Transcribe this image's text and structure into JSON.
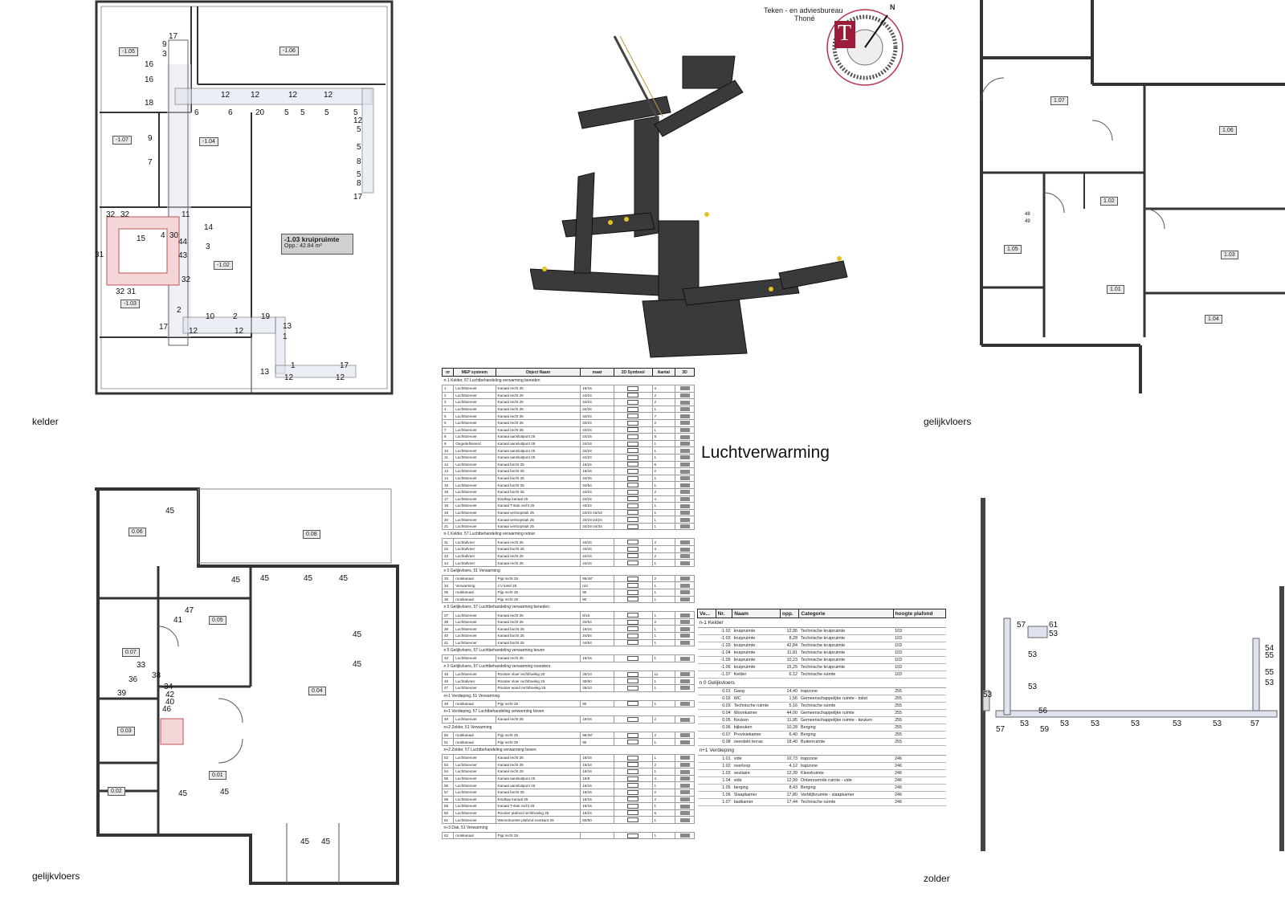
{
  "company": {
    "line1": "Teken - en adviesbureau",
    "line2": "Thoné",
    "north": "N"
  },
  "title": "Luchtverwarming",
  "labels": {
    "kelder": "kelder",
    "gelijkvloers_left": "gelijkvloers",
    "gelijkvloers_right": "gelijkvloers",
    "zolder": "zolder"
  },
  "kelder": {
    "rooms": [
      {
        "id": "-1.05"
      },
      {
        "id": "-1.06"
      },
      {
        "id": "-1.07"
      },
      {
        "id": "-1.04"
      },
      {
        "id": "-1.02"
      },
      {
        "id": "-1.03"
      }
    ],
    "highlight": {
      "name": "-1.03 kruipruimte",
      "area": "Opp.: 42.84 m²"
    },
    "numbers": [
      "17",
      "9",
      "3",
      "16",
      "16",
      "18",
      "6",
      "6",
      "20",
      "12",
      "12",
      "12",
      "12",
      "5",
      "5",
      "5",
      "5",
      "12",
      "5",
      "5",
      "8",
      "5",
      "8",
      "17",
      "9",
      "7",
      "32",
      "32",
      "11",
      "14",
      "15",
      "4",
      "30",
      "44",
      "3",
      "43",
      "31",
      "32",
      "32",
      "31",
      "2",
      "10",
      "2",
      "19",
      "17",
      "12",
      "12",
      "13",
      "1",
      "13",
      "1",
      "17",
      "12",
      "12"
    ]
  },
  "gelijkvloers": {
    "rooms": [
      {
        "id": "0.06"
      },
      {
        "id": "0.08"
      },
      {
        "id": "0.05"
      },
      {
        "id": "0.07"
      },
      {
        "id": "0.04"
      },
      {
        "id": "0.03"
      },
      {
        "id": "0.01"
      },
      {
        "id": "0.02"
      }
    ],
    "numbers": [
      "45",
      "45",
      "45",
      "45",
      "45",
      "47",
      "41",
      "45",
      "45",
      "33",
      "36",
      "38",
      "39",
      "34",
      "42",
      "40",
      "46",
      "45",
      "45",
      "45",
      "45"
    ]
  },
  "upper": {
    "rooms": [
      {
        "id": "1.07"
      },
      {
        "id": "1.06"
      },
      {
        "id": "1.02"
      },
      {
        "id": "1.05"
      },
      {
        "id": "1.03"
      },
      {
        "id": "1.01"
      },
      {
        "id": "1.04"
      }
    ],
    "numbers": [
      "48",
      "49"
    ]
  },
  "zolder": {
    "numbers": [
      "57",
      "61",
      "53",
      "53",
      "53",
      "53",
      "56",
      "57",
      "53",
      "59",
      "53",
      "53",
      "53",
      "53",
      "53",
      "57",
      "54",
      "55",
      "55",
      "53"
    ]
  },
  "schedule": {
    "headers": [
      "nr",
      "MEP systeem",
      "Object Naam",
      "maat",
      "2D Symbool",
      "Aantal",
      "3D"
    ],
    "groups": [
      {
        "title": "n-1 Kelder, 57 Luchtbehandeling verwarming beneden",
        "rows": [
          [
            "1",
            "Luchttoevoer",
            "Kanaal recht 25",
            "16/16",
            "4"
          ],
          [
            "2",
            "Luchttoevoer",
            "Kanaal recht 25",
            "24/24",
            "2"
          ],
          [
            "3",
            "Luchttoevoer",
            "Kanaal recht 25",
            "34/24",
            "2"
          ],
          [
            "4",
            "Luchttoevoer",
            "Kanaal recht 25",
            "34/34",
            "1"
          ],
          [
            "5",
            "Luchttoevoer",
            "Kanaal recht 25",
            "34/24",
            "7"
          ],
          [
            "6",
            "Luchttoevoer",
            "Kanaal recht 25",
            "34/24",
            "2"
          ],
          [
            "7",
            "Luchttoevoer",
            "Kanaal recht 25",
            "44/24",
            "1"
          ],
          [
            "8",
            "Luchttoevoer",
            "Kanaal aansluitpunt 25",
            "24/16",
            "8"
          ],
          [
            "9",
            "Ongedefinieerd",
            "Kanaal aansluitpunt 25",
            "24/16",
            "1"
          ],
          [
            "10",
            "Luchttoevoer",
            "Kanaal aansluitpunt 25",
            "34/24",
            "1"
          ],
          [
            "11",
            "Luchttoevoer",
            "Kanaal aansluitpunt 25",
            "44/24",
            "1"
          ],
          [
            "12",
            "Luchttoevoer",
            "Kanaal bocht 25",
            "16/24",
            "8"
          ],
          [
            "13",
            "Luchttoevoer",
            "Kanaal bocht 25",
            "16/16",
            "2"
          ],
          [
            "14",
            "Luchttoevoer",
            "Kanaal bocht 25",
            "34/26",
            "1"
          ],
          [
            "15",
            "Luchttoevoer",
            "Kanaal bocht 25",
            "34/54",
            "1"
          ],
          [
            "16",
            "Luchttoevoer",
            "Kanaal bocht 25",
            "44/24",
            "2"
          ],
          [
            "17",
            "Luchttoevoer",
            "Eindkap kanaal 25",
            "24/24",
            "4"
          ],
          [
            "18",
            "Luchttoevoer",
            "Kanaal T-stuk recht 25",
            "43/24",
            "1"
          ],
          [
            "19",
            "Luchttoevoer",
            "Kanaal verloopstuk 25",
            "24/24-16/16",
            "1"
          ],
          [
            "20",
            "Luchttoevoer",
            "Kanaal verloopstuk 25",
            "34/24-24/24",
            "1"
          ],
          [
            "21",
            "Luchttoevoer",
            "Kanaal verloopstuk 25",
            "34/24-24/34",
            "1"
          ]
        ]
      },
      {
        "title": "n-1 Kelder, 57 Luchtbehandeling verwarming retour",
        "rows": [
          [
            "31",
            "Luchtafvoer",
            "Kanaal recht 25",
            "44/44",
            "2"
          ],
          [
            "32",
            "Luchtafvoer",
            "Kanaal bocht 25",
            "44/44",
            "4"
          ],
          [
            "43",
            "Luchtafvoer",
            "Kanaal recht 25",
            "44/44",
            "2"
          ],
          [
            "44",
            "Luchtafvoer",
            "Kanaal recht 25",
            "44/44",
            "1"
          ]
        ]
      },
      {
        "title": "n 0 Gelijkvloers, 51 Verwarming",
        "rows": [
          [
            "33",
            "rookkanaal",
            "Pijp recht 25",
            "96/48°",
            "2"
          ],
          [
            "34",
            "Verwarming",
            "CV ketel 25",
            "n/d",
            "1"
          ],
          [
            "35",
            "rookkanaal",
            "Pijp recht 25",
            "90",
            "1"
          ],
          [
            "36",
            "rookkanaal",
            "Pijp recht 25",
            "90",
            "1"
          ]
        ]
      },
      {
        "title": "n 0 Gelijkvloers, 57 Luchtbehandeling verwarming beneden",
        "rows": [
          [
            "37",
            "Luchttoevoer",
            "Kanaal recht 25",
            "8/16",
            "1"
          ],
          [
            "38",
            "Luchttoevoer",
            "Kanaal recht 25",
            "34/54",
            "2"
          ],
          [
            "39",
            "Luchttoevoer",
            "Kanaal bocht 25",
            "16/16",
            "1"
          ],
          [
            "40",
            "Luchttoevoer",
            "Kanaal bocht 25",
            "34/54",
            "1"
          ],
          [
            "41",
            "Luchttoevoer",
            "Kanaal bocht 25",
            "44/54",
            "1"
          ]
        ]
      },
      {
        "title": "n 0 Gelijkvloers, 57 Luchtbehandeling verwarming boven",
        "rows": [
          [
            "42",
            "Luchttoevoer",
            "Kanaal recht 25",
            "16/16",
            "1"
          ]
        ]
      },
      {
        "title": "n 0 Gelijkvloers, 57 Luchtbehandeling verwarming rooosters",
        "rows": [
          [
            "45",
            "Luchttoevoer",
            "Rooster vloer rechthoekig 25",
            "25/10",
            "11"
          ],
          [
            "46",
            "Luchtafvoer",
            "Rooster vloer rechthoekig 25",
            "30/60",
            "1"
          ],
          [
            "47",
            "Luchttoevoer",
            "Rooster wand rechthoekig 25",
            "25/10",
            "1"
          ]
        ]
      },
      {
        "title": "n+1 Verdieping, 51 Verwarming",
        "rows": [
          [
            "48",
            "rookkanaal",
            "Pijp recht 25",
            "90",
            "1"
          ]
        ]
      },
      {
        "title": "n+1 Verdieping, 57 Luchtbehandeling verwarming boven",
        "rows": [
          [
            "49",
            "Luchttoevoer",
            "Kanaal recht 25",
            "16/16",
            "2"
          ]
        ]
      },
      {
        "title": "n+2 Zolder, 51 Verwarming",
        "rows": [
          [
            "50",
            "rookkanaal",
            "Pijp recht 25",
            "96/48°",
            "2"
          ],
          [
            "51",
            "rookkanaal",
            "Pijp recht 25",
            "90",
            "1"
          ]
        ]
      },
      {
        "title": "n+2 Zolder, 57 Luchtbehandeling verwarming boven",
        "rows": [
          [
            "52",
            "Luchttoevoer",
            "Kanaal recht 25",
            "16/16",
            "1"
          ],
          [
            "53",
            "Luchttoevoer",
            "Kanaal recht 25",
            "16/16",
            "2"
          ],
          [
            "54",
            "Luchttoevoer",
            "Kanaal recht 25",
            "16/16",
            "1"
          ],
          [
            "55",
            "Luchttoevoer",
            "Kanaal aansluitpunt 25",
            "16/8",
            "4"
          ],
          [
            "56",
            "Luchttoevoer",
            "Kanaal aansluitpunt 25",
            "16/16",
            "1"
          ],
          [
            "57",
            "Luchttoevoer",
            "Kanaal bocht 25",
            "16/16",
            "2"
          ],
          [
            "58",
            "Luchttoevoer",
            "Eindkap kanaal 25",
            "16/16",
            "2"
          ],
          [
            "59",
            "Luchttoevoer",
            "Kanaal T-stuk recht 25",
            "16/16",
            "1"
          ],
          [
            "60",
            "Luchttoevoer",
            "Rooster plafond rechthoekig 25",
            "15/24",
            "6"
          ],
          [
            "61",
            "Luchttoevoer",
            "Wervelrooster plafond overkant 25",
            "50/50",
            "1"
          ]
        ]
      },
      {
        "title": "n+3 Dak, 51 Verwarming",
        "rows": [
          [
            "62",
            "rookkanaal",
            "Pijp recht 25",
            "",
            "1"
          ]
        ]
      }
    ]
  },
  "room_table": {
    "headers": [
      "Ve...",
      "Nr.",
      "Naam",
      "opp.",
      "Categorie",
      "hoogte plafond"
    ],
    "groups": [
      {
        "title": "n-1 Kelder",
        "rows": [
          [
            "-1.02",
            "kruipruimte",
            "12,95",
            "Technische kruipruimte",
            "103"
          ],
          [
            "-1.03",
            "kruipruimte",
            "8,28",
            "Technische kruipruimte",
            "103"
          ],
          [
            "-1.03",
            "kruipruimte",
            "42,84",
            "Technische kruipruimte",
            "103"
          ],
          [
            "-1.04",
            "kruipruimte",
            "11,81",
            "Technische kruipruimte",
            "103"
          ],
          [
            "-1.05",
            "kruipruimte",
            "10,23",
            "Technische kruipruimte",
            "103"
          ],
          [
            "-1.06",
            "kruipruimte",
            "15,25",
            "Technische kruipruimte",
            "103"
          ],
          [
            "-1.07",
            "Kelder",
            "6,12",
            "Technische ruimte",
            "103"
          ]
        ]
      },
      {
        "title": "n 0 Gelijkvloers",
        "rows": [
          [
            "0.01",
            "Gang",
            "14,40",
            "trapzone",
            "255"
          ],
          [
            "0.02",
            "WC",
            "1,56",
            "Gemeenschappelijke ruimte - toilet",
            "255"
          ],
          [
            "0.03",
            "Technische ruimte",
            "5,16",
            "Technische ruimte",
            "255"
          ],
          [
            "0.04",
            "Woonkamer",
            "44,00",
            "Gemeenschappelijke ruimte",
            "255"
          ],
          [
            "0.05",
            "Keuken",
            "11,95",
            "Gemeenschappelijke ruimte - keuken",
            "255"
          ],
          [
            "0.06",
            "bijkeuken",
            "10,28",
            "Berging",
            "255"
          ],
          [
            "0.07",
            "Provisiekamer",
            "6,40",
            "Berging",
            "255"
          ],
          [
            "0.08",
            "overdekt terras",
            "18,40",
            "Buitenruimte",
            "255"
          ]
        ]
      },
      {
        "title": "n+1 Verdieping",
        "rows": [
          [
            "1.01",
            "vide",
            "10,73",
            "trapzone",
            "246"
          ],
          [
            "1.02",
            "overloop",
            "4,12",
            "trapzone",
            "246"
          ],
          [
            "1.03",
            "vestiaire",
            "12,39",
            "Kleedruimte",
            "246"
          ],
          [
            "1.04",
            "vide",
            "12,99",
            "Onbenoemde ruimte - vide",
            "246"
          ],
          [
            "1.05",
            "berging",
            "8,43",
            "Berging",
            "246"
          ],
          [
            "1.06",
            "Slaapkamer",
            "17,80",
            "Verblijfsruimte - slaapkamer",
            "246"
          ],
          [
            "1.07",
            "badkamer",
            "17,44",
            "Technische ruimte",
            "246"
          ]
        ]
      }
    ]
  }
}
